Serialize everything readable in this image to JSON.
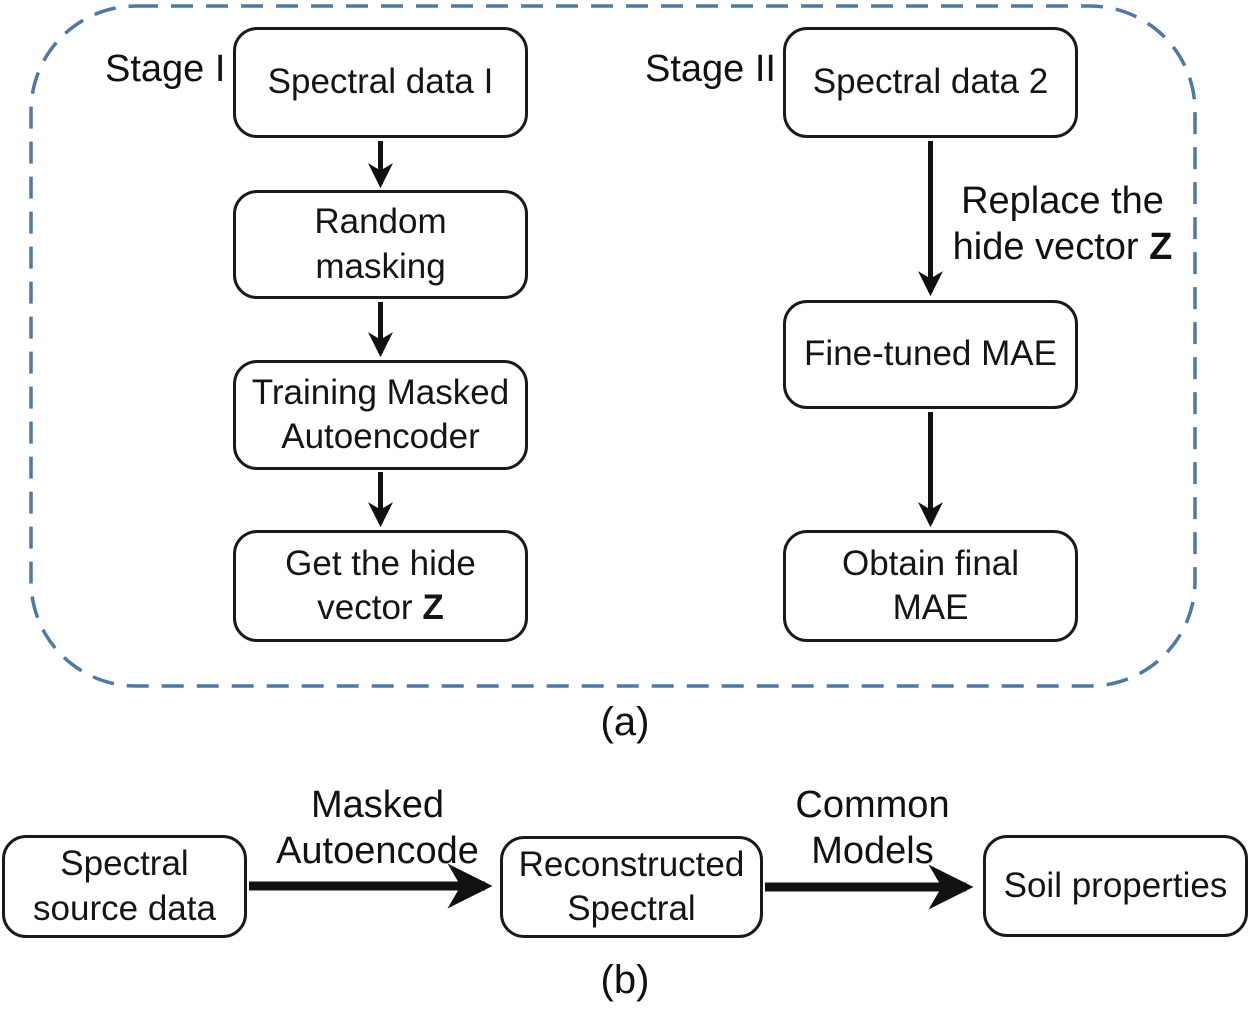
{
  "figure": {
    "accent_color": "#4d79a7",
    "arrow_color": "#111111",
    "panel_a": {
      "caption": "(a)",
      "stage1_label": "Stage I",
      "stage2_label": "Stage II",
      "boxes": {
        "spectral_data_1": {
          "l1": "Spectral data I"
        },
        "random_masking": {
          "l1": "Random",
          "l2": "masking"
        },
        "training_mae": {
          "l1": "Training Masked",
          "l2": "Autoencoder"
        },
        "get_hide_vector": {
          "l1": "Get the hide",
          "l2_prefix": "vector ",
          "l2_bold": "Z"
        },
        "spectral_data_2": {
          "l1": "Spectral data 2"
        },
        "fine_tuned_mae": {
          "l1": "Fine-tuned MAE"
        },
        "obtain_final_mae": {
          "l1": "Obtain final",
          "l2": "MAE"
        }
      },
      "replace_label": {
        "l1": "Replace the",
        "l2_prefix": "hide vector ",
        "l2_bold": "Z"
      }
    },
    "panel_b": {
      "caption": "(b)",
      "boxes": {
        "spectral_source": {
          "l1": "Spectral",
          "l2": "source data"
        },
        "reconstructed": {
          "l1": "Reconstructed",
          "l2": "Spectral"
        },
        "soil_properties": {
          "l1": "Soil properties"
        }
      },
      "edge_labels": {
        "masked_autoencode": {
          "l1": "Masked",
          "l2": "Autoencode"
        },
        "common_models": {
          "l1": "Common",
          "l2": "Models"
        }
      }
    }
  }
}
